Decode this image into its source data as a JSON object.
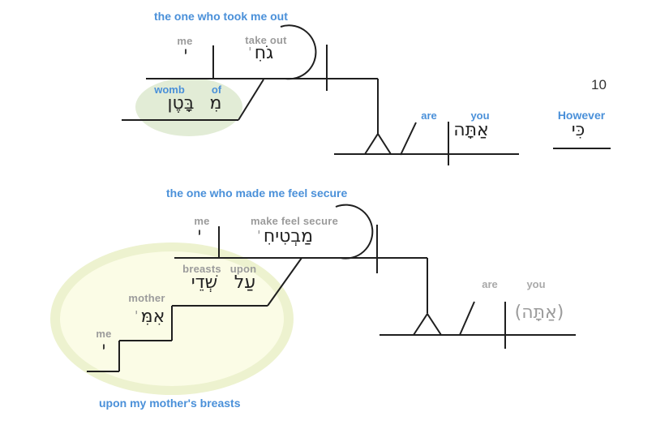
{
  "page": {
    "verse_number": "10"
  },
  "colors": {
    "accent_blue": "#4a90d9",
    "label_gray": "#9b9b9b",
    "ink": "#1f1f1f",
    "highlight_green": "#e2ecd6",
    "highlight_yellow": "#fbfce6",
    "highlight_yellow_ring": "#edf2cf"
  },
  "diagram_took_out": {
    "heading": "the one who took me out",
    "object": {
      "label": "me",
      "hebrew": "י"
    },
    "verb": {
      "label": "take out",
      "hebrew": "גֹחִ",
      "suffix": "י"
    },
    "prep_phrase": {
      "prep": {
        "label": "of",
        "hebrew": "מִ"
      },
      "noun": {
        "label": "womb",
        "hebrew": "בָּטֶן"
      }
    },
    "main_clause": {
      "verb_label": "are",
      "subject_label": "you",
      "subject_hebrew": "אַתָּה"
    },
    "conjunction": {
      "label": "However",
      "hebrew": "כִּי"
    }
  },
  "diagram_secure": {
    "heading": "the one who made me feel secure",
    "object": {
      "label": "me",
      "hebrew": "י"
    },
    "verb": {
      "label": "make feel secure",
      "hebrew": "מַבְטִיחִ",
      "suffix": "י"
    },
    "prep_phrase": {
      "caption": "upon my mother's breasts",
      "prep": {
        "label": "upon",
        "hebrew": "עַל"
      },
      "noun": {
        "label": "breasts",
        "hebrew": "שְׁדֵי"
      },
      "genitive": {
        "label": "mother",
        "hebrew": "אִמִּ",
        "suffix": "י"
      },
      "suffix_object": {
        "label": "me",
        "hebrew": "י"
      }
    },
    "main_clause": {
      "verb_label": "are",
      "subject_label": "you",
      "subject_hebrew": "(אַתָּה)"
    }
  }
}
